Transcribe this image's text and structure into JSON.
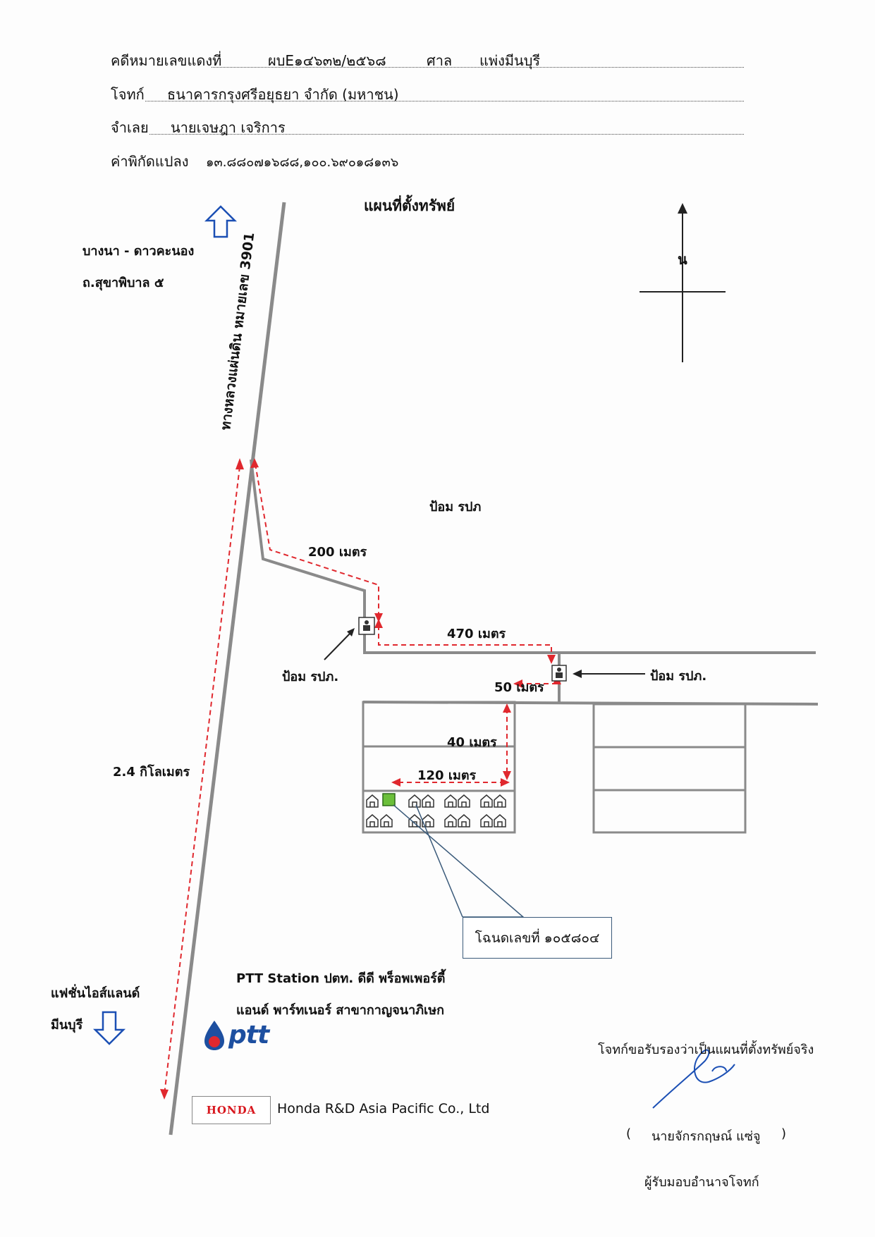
{
  "header": {
    "case_label": "คดีหมายเลขแดงที่",
    "case_number": "ผบE๑๔๖๓๒/๒๕๖๘",
    "court_label": "ศาล",
    "court_name": "แพ่งมีนบุรี",
    "plaintiff_label": "โจทก์",
    "plaintiff_name": "ธนาคารกรุงศรีอยุธยา จำกัด (มหาชน)",
    "defendant_label": "จำเลย",
    "defendant_name": "นายเจษฎา เจริการ",
    "coord_label": "ค่าพิกัดแปลง",
    "coord_value": "๑๓.๘๘๐๗๑๖๘๘,๑๐๐.๖๙๐๑๘๑๓๖"
  },
  "map": {
    "title": "แผนที่ตั้งทรัพย์",
    "north_label": "น",
    "highway_label": "ทางหลวงแผ่นดิน หมายเลข 3901",
    "top_destination_line1": "บางนา - ดาวคะนอง",
    "top_destination_line2": "ถ.สุขาพิบาล ๕",
    "bottom_destination_line1": "แฟชั่นไอส์แลนด์",
    "bottom_destination_line2": "มีนบุรี",
    "police_box_area": "ป้อม รปภ",
    "police_box_left": "ป้อม รปภ.",
    "police_box_right": "ป้อม รปภ.",
    "dist_highway": "2.4 กิโลเมตร",
    "dist_200": "200 เมตร",
    "dist_470": "470 เมตร",
    "dist_50": "50 เมตร",
    "dist_40": "40 เมตร",
    "dist_120": "120 เมตร",
    "parcel_label": "โฉนดเลขที่ ๑๐๕๘๐๔",
    "ptt_line1": "PTT Station ปตท. ดีดี พร็อพเพอร์ตี้",
    "ptt_line2": "แอนด์ พาร์ทเนอร์ สาขากาญจนาภิเษก",
    "ptt_logo_text": "ptt",
    "honda_logo_text": "HONDA",
    "honda_name": "Honda R&D Asia Pacific Co., Ltd"
  },
  "certification": {
    "statement": "โจทก์ขอรับรองว่าเป็นแผนที่ตั้งทรัพย์จริง",
    "signer_open": "(",
    "signer_name": "นายจักรกฤษณ์ แซ่จู",
    "signer_close": ")",
    "signer_role": "ผู้รับมอบอำนาจโจทก์"
  },
  "colors": {
    "road": "#8a8a8a",
    "route": "#e0282e",
    "ink": "#1b4fb4",
    "parcel": "#6bbf3a"
  },
  "icons": [
    "arrow-up-outline-icon",
    "arrow-down-outline-icon",
    "north-arrow-icon",
    "guard-booth-icon",
    "house-icon",
    "parcel-marker-icon",
    "signature-icon"
  ]
}
